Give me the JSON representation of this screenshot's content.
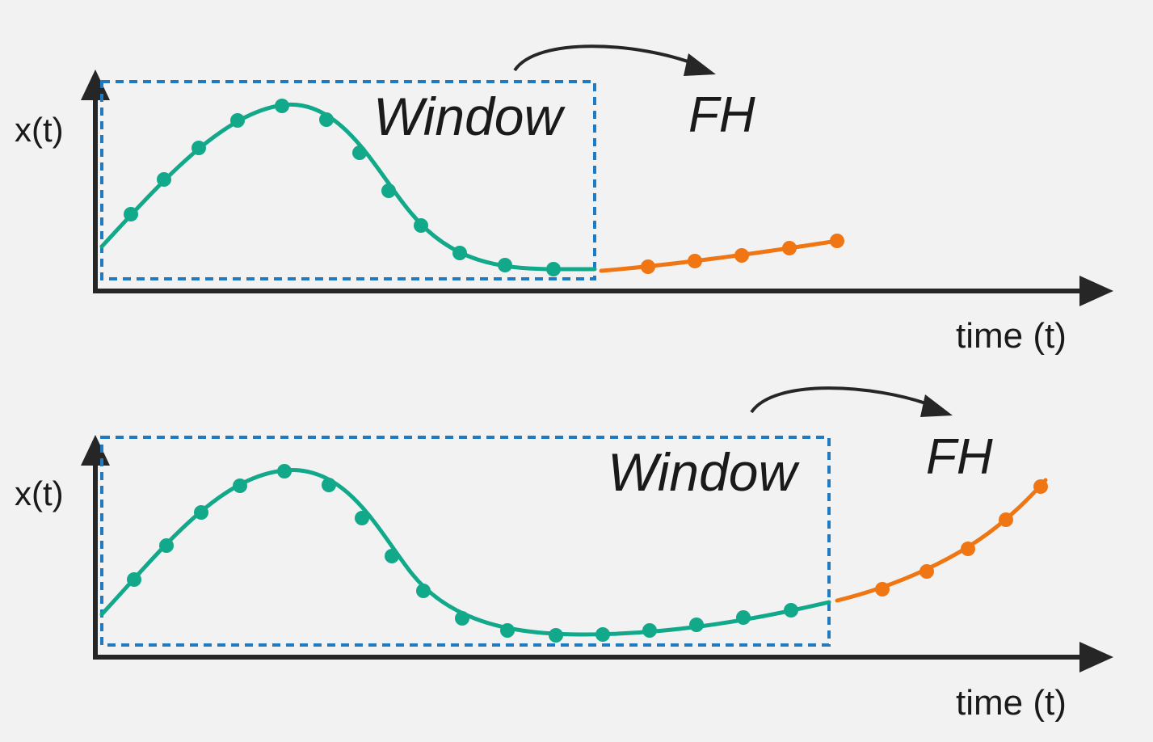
{
  "colors": {
    "background": "#f2f2f2",
    "axis": "#262626",
    "window": "#1f7ac4",
    "history": "#12a88a",
    "forecast": "#ef7613",
    "arrow": "#262626",
    "text": "#1a1a1a"
  },
  "panels": [
    {
      "y_label": "x(t)",
      "x_label": "time (t)",
      "window_label": "Window",
      "horizon_label": "FH",
      "history_points": 12,
      "forecast_points": 5
    },
    {
      "y_label": "x(t)",
      "x_label": "time (t)",
      "window_label": "Window",
      "horizon_label": "FH",
      "history_points": 17,
      "forecast_points": 5
    }
  ]
}
